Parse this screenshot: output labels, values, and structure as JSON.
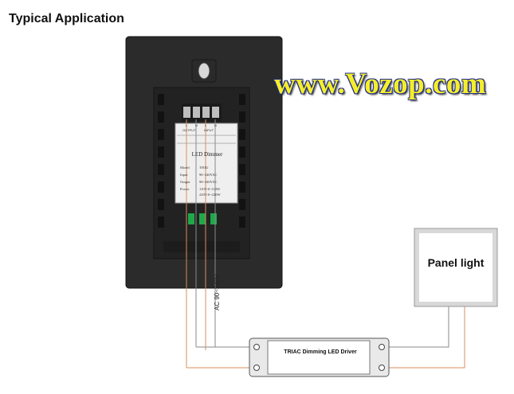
{
  "title": "Typical Application",
  "watermark": "www.Vozop.com",
  "panel_light": "Panel light",
  "driver_label": "TRIAC Dimming LED Driver",
  "ac_label": "AC 90~240V",
  "plate": {
    "title": "LED Dimmer",
    "terminals_left": "OUTPUT",
    "terminals_right": "INPUT",
    "terminal_letters": [
      "L",
      "N",
      "L",
      "N"
    ],
    "specs": [
      {
        "key": "Model",
        "value": "TH1U"
      },
      {
        "key": "Input",
        "value": "90~240VAC"
      },
      {
        "key": "Output",
        "value": "90~240VAC"
      },
      {
        "key": "Power",
        "value": "110V:0~110W"
      },
      {
        "key": "",
        "value": "220V:0~220W"
      }
    ]
  },
  "colors": {
    "switch_body": "#2b2b2b",
    "wire_orange": "#d98c5c",
    "wire_gray": "#8a8a8a",
    "indicator_green": "#1fa84a"
  }
}
